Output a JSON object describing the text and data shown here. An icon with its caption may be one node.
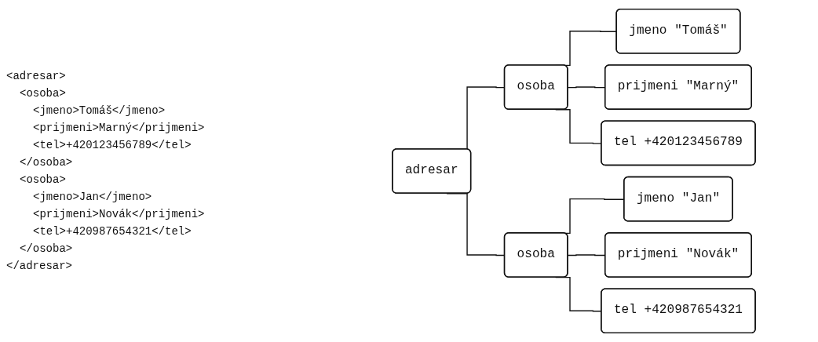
{
  "diagram": {
    "nodes": [
      {
        "text": [
          "adresar"
        ]
      },
      {
        "text": [
          "osoba"
        ]
      },
      {
        "text": [
          "jmeno \"Tomáš\""
        ]
      },
      {
        "text": [
          "prijmeni \"Marný\""
        ]
      },
      {
        "text": [
          "tel +420123456789"
        ]
      },
      {
        "text": [
          "osoba"
        ]
      },
      {
        "text": [
          "jmeno \"Jan\""
        ]
      },
      {
        "text": [
          "prijmeni \"Novák\""
        ]
      },
      {
        "text": [
          "tel +420987654321"
        ]
      }
    ],
    "edges": [
      {
        "from": 0,
        "to": 1,
        "arrow": "none"
      },
      {
        "from": 0,
        "to": 5,
        "arrow": "none"
      },
      {
        "from": 1,
        "to": 2,
        "arrow": "none"
      },
      {
        "from": 1,
        "to": 3,
        "arrow": "none"
      },
      {
        "from": 1,
        "to": 4,
        "arrow": "none"
      },
      {
        "from": 5,
        "to": 6,
        "arrow": "none"
      },
      {
        "from": 5,
        "to": 7,
        "arrow": "none"
      },
      {
        "from": 5,
        "to": 8,
        "arrow": "none"
      }
    ],
    "labels": [
      "<adresar>",
      "<osoba>",
      "<jmeno>Tomáš</jmeno>",
      "<prijmeni>Marný</prijmeni>",
      "<tel>+420123456789</tel>",
      "</osoba>",
      "<osoba>",
      "<jmeno>Jan</jmeno>",
      "<prijmeni>Novák</prijmeni>",
      "<tel>+420987654321</tel>",
      "</osoba>",
      "</adresar>"
    ]
  }
}
